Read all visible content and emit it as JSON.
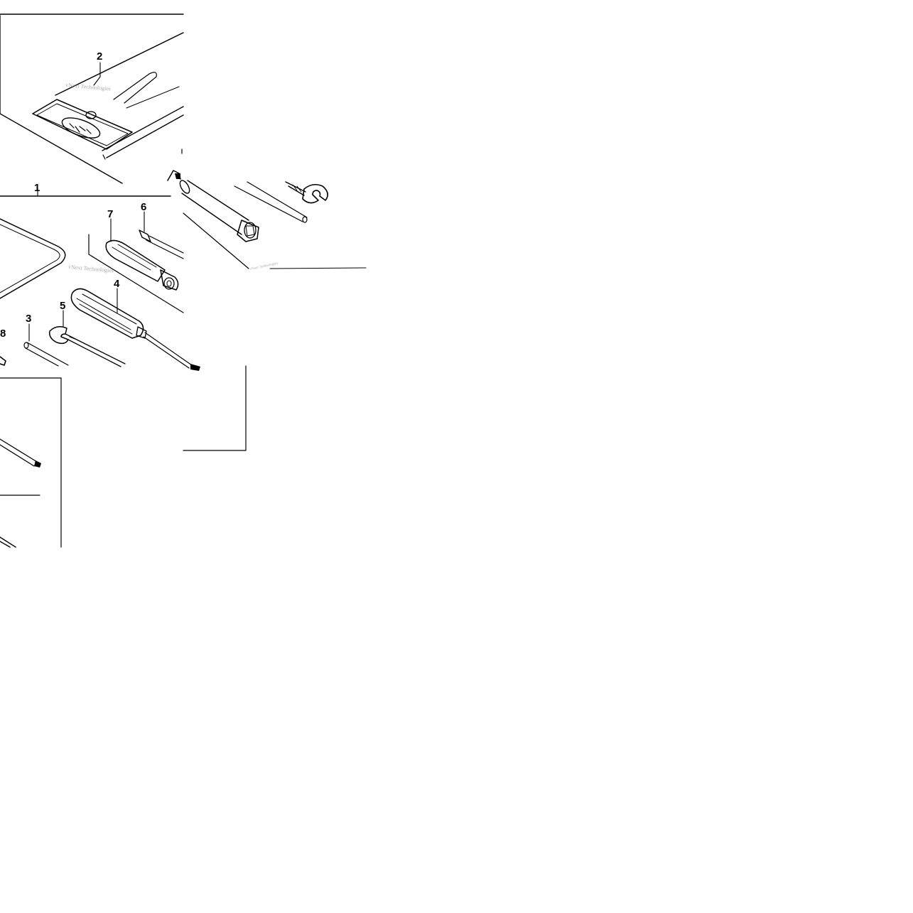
{
  "diagram": {
    "callouts": [
      {
        "id": "c1",
        "label": "1"
      },
      {
        "id": "c2",
        "label": "2"
      },
      {
        "id": "c3",
        "label": "3"
      },
      {
        "id": "c4",
        "label": "4"
      },
      {
        "id": "c5",
        "label": "5"
      },
      {
        "id": "c6",
        "label": "6"
      },
      {
        "id": "c7",
        "label": "7"
      },
      {
        "id": "c8",
        "label": "8"
      }
    ],
    "watermark_text": "vNext Technologies",
    "ink_color": "#000000",
    "background_color": "#ffffff"
  }
}
